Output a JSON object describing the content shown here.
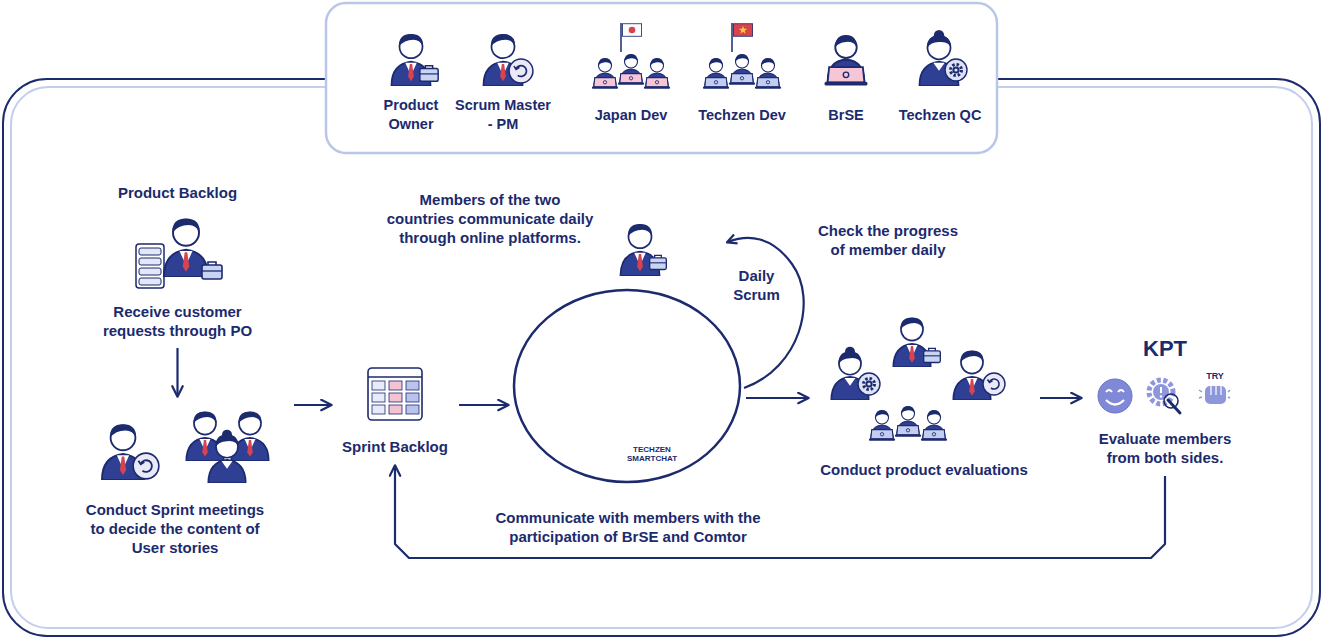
{
  "diagram": {
    "nodes": [
      {
        "text": [
          "Product Backlog",
          "Receive customer requests through PO"
        ]
      },
      {
        "text": [
          "Conduct Sprint meetings to decide the content of User stories"
        ]
      },
      {
        "text": [
          "Sprint Backlog"
        ]
      },
      {
        "text": [
          "Members of the two countries communicate daily through online platforms."
        ]
      },
      {
        "text": [
          "Daily Scrum"
        ]
      },
      {
        "text": [
          "Conduct product evaluations"
        ]
      },
      {
        "text": [
          "KPT",
          "Evaluate members from both sides."
        ]
      }
    ],
    "edges": [
      {
        "from": 0,
        "to": 1,
        "arrow": "to"
      },
      {
        "from": 1,
        "to": 2,
        "arrow": "to"
      },
      {
        "from": 2,
        "to": 3,
        "arrow": "to"
      },
      {
        "from": 3,
        "to": 5,
        "arrow": "to"
      },
      {
        "from": 5,
        "to": 6,
        "arrow": "to"
      },
      {
        "from": 6,
        "to": 2,
        "arrow": "to",
        "label": "Communicate with members with the participation of BrSE and Comtor"
      }
    ],
    "labels": [
      "Check the progress of member daily",
      "TECHZEN SMARTCHAT",
      "TRY"
    ],
    "legend": [
      {
        "text": "Product Owner"
      },
      {
        "text": "Scrum Master - PM"
      },
      {
        "text": "Japan Dev"
      },
      {
        "text": "Techzen Dev"
      },
      {
        "text": "BrSE"
      },
      {
        "text": "Techzen QC"
      }
    ]
  }
}
